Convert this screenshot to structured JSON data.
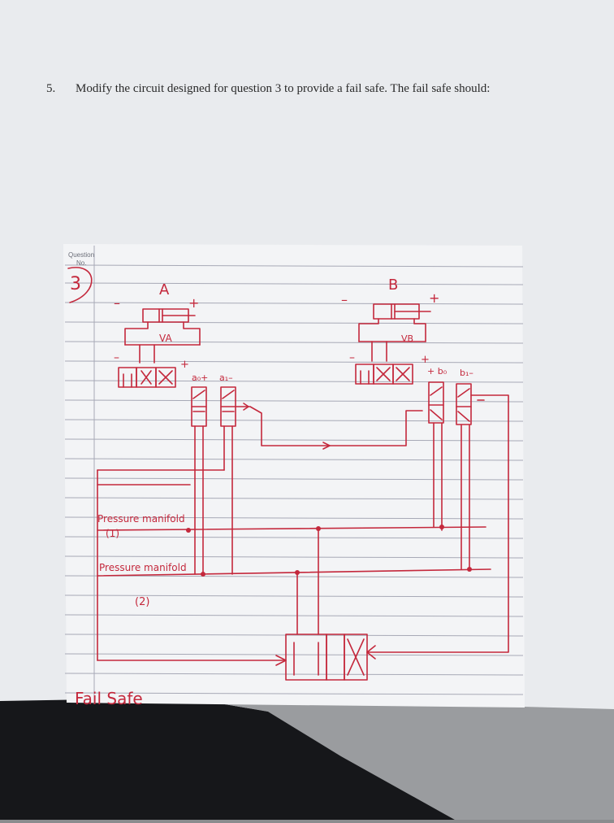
{
  "worksheet": {
    "question_number": "5.",
    "question_text": "Modify the circuit designed for question 3 to provide a fail safe. The fail safe should:"
  },
  "answer_sheet": {
    "box_label_line1": "Question",
    "box_label_line2": "No.",
    "question_no": "3"
  },
  "circuit": {
    "cylinder_a": {
      "name": "A",
      "minus": "–",
      "plus": "+"
    },
    "cylinder_b": {
      "name": "B",
      "minus": "–",
      "plus": "+"
    },
    "valve_a": {
      "name": "VA",
      "minus": "–",
      "plus": "+"
    },
    "valve_b": {
      "name": "VB",
      "minus": "–",
      "plus": "+"
    },
    "limit_switches": {
      "a0": "a₀+",
      "a1": "a₁–",
      "b0": "+ b₀",
      "b1": "b₁–"
    },
    "manifold_1": {
      "label": "Pressure manifold",
      "number": "(1)"
    },
    "manifold_2": {
      "label": "Pressure manifold",
      "number": "(2)"
    },
    "fail_safe_label": "Fail Safe"
  }
}
